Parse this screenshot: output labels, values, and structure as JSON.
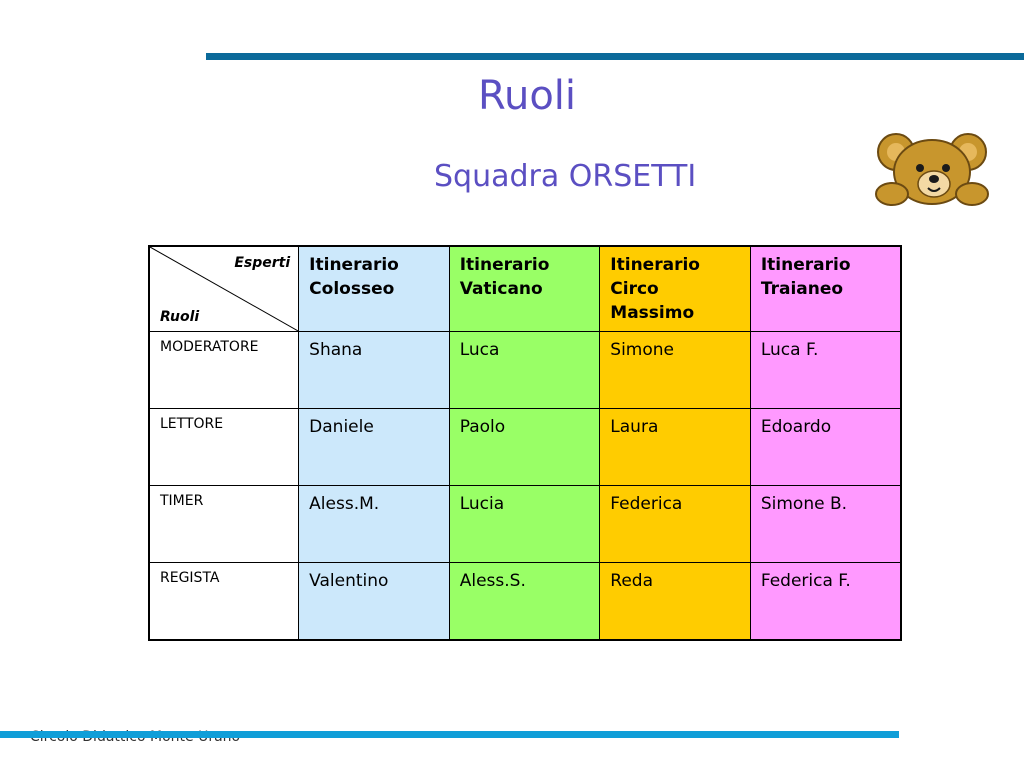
{
  "slide": {
    "title": "Ruoli",
    "subtitle": "Squadra ORSETTI",
    "footer": "Circolo Didattico Monte Urano"
  },
  "table": {
    "corner": {
      "top_right": "Esperti",
      "bottom_left": "Ruoli"
    },
    "columns": [
      "Itinerario Colosseo",
      "Itinerario Vaticano",
      "Itinerario Circo Massimo",
      "Itinerario Traianeo"
    ],
    "column_colors": [
      "#cce8fb",
      "#99ff66",
      "#ffcc00",
      "#ff99ff"
    ],
    "rows": [
      {
        "role": "MODERATORE",
        "cells": [
          "Shana",
          "Luca",
          "Simone",
          "Luca F."
        ]
      },
      {
        "role": "LETTORE",
        "cells": [
          "Daniele",
          "Paolo",
          "Laura",
          "Edoardo"
        ]
      },
      {
        "role": "TIMER",
        "cells": [
          "Aless.M.",
          "Lucia",
          "Federica",
          "Simone B."
        ]
      },
      {
        "role": "REGISTA",
        "cells": [
          "Valentino",
          "Aless.S.",
          "Reda",
          "Federica F."
        ]
      }
    ]
  },
  "icons": {
    "mascot": "teddy-bear-icon"
  }
}
